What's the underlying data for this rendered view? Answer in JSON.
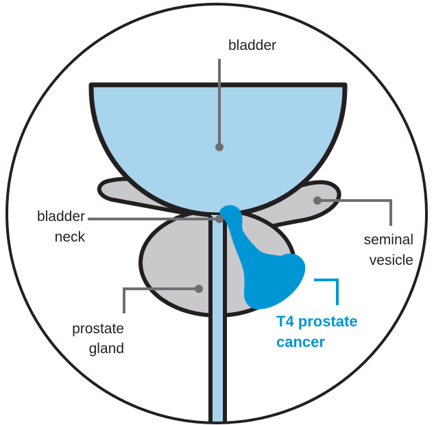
{
  "labels": {
    "bladder": "bladder",
    "bladder_neck_line1": "bladder",
    "bladder_neck_line2": "neck",
    "seminal_line1": "seminal",
    "seminal_line2": "vesicle",
    "prostate_line1": "prostate",
    "prostate_line2": "gland",
    "tumor_line1": "T4 prostate",
    "tumor_line2": "cancer"
  },
  "colors": {
    "bladder_fill": "#a8d4ee",
    "organ_fill": "#c9c9cb",
    "outline": "#231f20",
    "leader": "#6d6e71",
    "tumor": "#0096d6"
  }
}
